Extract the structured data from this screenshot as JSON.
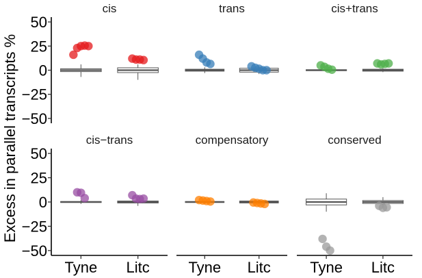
{
  "chart_data": {
    "type": "box",
    "ylabel": "Excess in parallel transcripts %",
    "ylim": [
      -55,
      55
    ],
    "yticks": [
      50,
      25,
      0,
      -25,
      -50
    ],
    "ytick_labels": [
      "50",
      "25",
      "0",
      "−25",
      "−50"
    ],
    "categories": [
      "Tyne",
      "Litc"
    ],
    "grid": false,
    "legend": "none",
    "panels": [
      {
        "title": "cis",
        "color": "#e41a1c",
        "boxes": [
          {
            "group": "Tyne",
            "whisker_low": -7,
            "q1": -1.5,
            "median": 0,
            "q3": 1.5,
            "whisker_high": 6,
            "points": [
              16,
              23,
              25,
              25.5,
              25
            ]
          },
          {
            "group": "Litc",
            "whisker_low": -10,
            "q1": -2.5,
            "median": 0,
            "q3": 2.5,
            "whisker_high": 6,
            "points": [
              12,
              11,
              11,
              10.5
            ]
          }
        ]
      },
      {
        "title": "trans",
        "color": "#377eb8",
        "boxes": [
          {
            "group": "Tyne",
            "whisker_low": -3,
            "q1": -1,
            "median": 0,
            "q3": 1,
            "whisker_high": 3,
            "points": [
              16,
              12,
              8,
              6.5
            ]
          },
          {
            "group": "Litc",
            "whisker_low": -4,
            "q1": -2,
            "median": 0,
            "q3": 2,
            "whisker_high": 4,
            "points": [
              4,
              2.5,
              1.5,
              0,
              0
            ]
          }
        ]
      },
      {
        "title": "cis+trans",
        "color": "#4daf4a",
        "boxes": [
          {
            "group": "Tyne",
            "whisker_low": -1,
            "q1": -0.5,
            "median": 0,
            "q3": 0.5,
            "whisker_high": 1,
            "points": [
              5,
              3.5,
              1.5,
              0.5
            ]
          },
          {
            "group": "Litc",
            "whisker_low": -2,
            "q1": -1,
            "median": 0,
            "q3": 1,
            "whisker_high": 2,
            "points": [
              7,
              6,
              6.5,
              7
            ]
          }
        ]
      },
      {
        "title": "cis−trans",
        "color": "#984ea3",
        "boxes": [
          {
            "group": "Tyne",
            "whisker_low": -2,
            "q1": -0.5,
            "median": 0,
            "q3": 0.5,
            "whisker_high": 2,
            "points": [
              10,
              9.5,
              4
            ]
          },
          {
            "group": "Litc",
            "whisker_low": -4,
            "q1": -1,
            "median": 0,
            "q3": 1,
            "whisker_high": 3,
            "points": [
              7,
              3.5,
              3,
              3.5
            ]
          }
        ]
      },
      {
        "title": "compensatory",
        "color": "#ff7f00",
        "boxes": [
          {
            "group": "Tyne",
            "whisker_low": -1,
            "q1": -0.5,
            "median": 0,
            "q3": 0.5,
            "whisker_high": 1,
            "points": [
              2,
              1.5,
              1,
              0.5
            ]
          },
          {
            "group": "Litc",
            "whisker_low": -2,
            "q1": -1,
            "median": 0,
            "q3": 1,
            "whisker_high": 2,
            "points": [
              -0.5,
              -1,
              -1.5,
              -2
            ]
          }
        ]
      },
      {
        "title": "conserved",
        "color": "#999999",
        "boxes": [
          {
            "group": "Tyne",
            "whisker_low": -10,
            "q1": -3,
            "median": 0,
            "q3": 3,
            "whisker_high": 9,
            "points": [
              -38,
              -46,
              -50
            ]
          },
          {
            "group": "Litc",
            "whisker_low": -6,
            "q1": -1.5,
            "median": 0,
            "q3": 1.5,
            "whisker_high": 5,
            "points": [
              -4,
              -6,
              -5.5
            ]
          }
        ]
      }
    ]
  }
}
